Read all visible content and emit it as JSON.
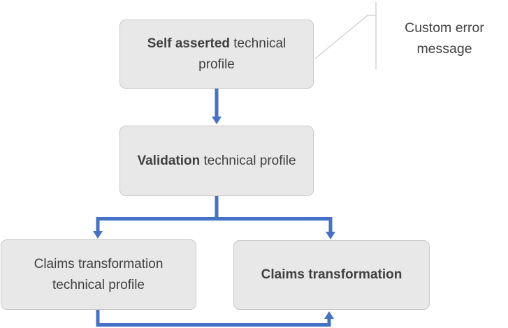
{
  "diagram": {
    "nodes": {
      "self_asserted": {
        "bold": "Self asserted",
        "regular": " technical profile"
      },
      "validation": {
        "bold": "Validation",
        "regular": " technical profile"
      },
      "claims_transformation_tp": {
        "regular": "Claims transformation technical profile"
      },
      "claims_transformation": {
        "bold": "Claims transformation"
      }
    },
    "callout": {
      "label": "Custom error message"
    }
  },
  "colors": {
    "background": "#FFFFFF",
    "node_fill": "#E9E8E8",
    "node_border": "#C9C7C7",
    "text": "#404040",
    "connector": "#4472C4",
    "callout_line": "#D6D3D3"
  }
}
